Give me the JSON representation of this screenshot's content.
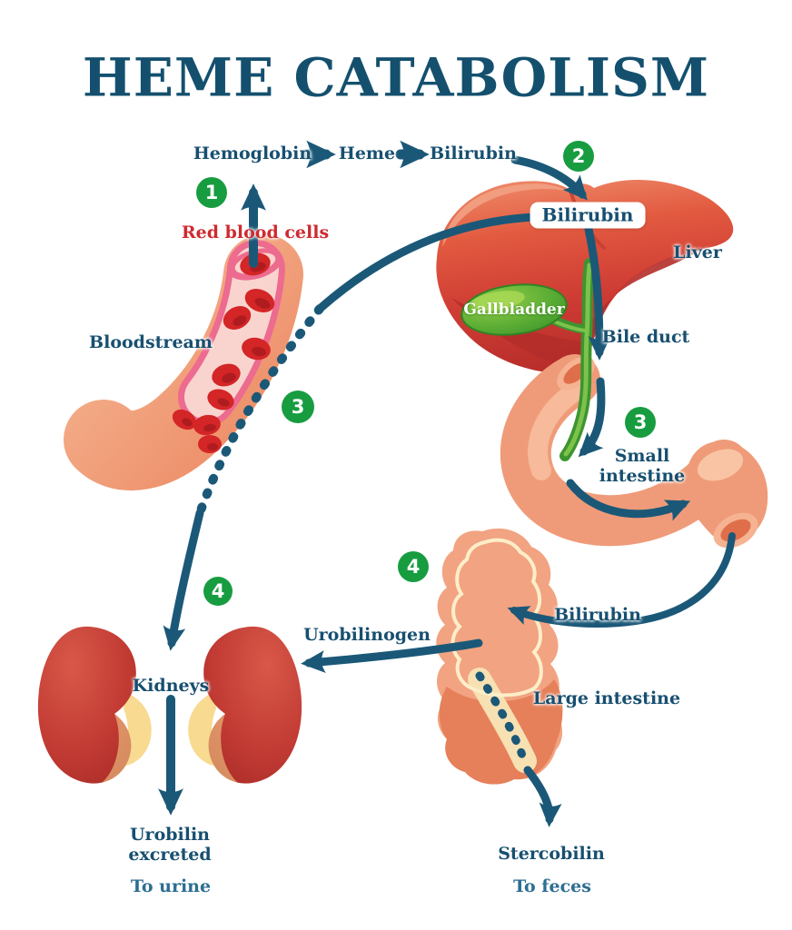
{
  "title": "HEME CATABOLISM",
  "flow": {
    "hemoglobin": "Hemoglobin",
    "heme": "Heme",
    "bilirubin": "Bilirubin"
  },
  "steps": {
    "one": "1",
    "two": "2",
    "three_blood": "3",
    "three_intestine": "3",
    "four_kidney": "4",
    "four_intestine": "4"
  },
  "labels": {
    "red_blood_cells": "Red blood cells",
    "bilirubin_box": "Bilirubin",
    "liver": "Liver",
    "gallbladder": "Gallbladder",
    "bile_duct": "Bile duct",
    "bloodstream": "Bloodstream",
    "small_intestine_line1": "Small",
    "small_intestine_line2": "intestine",
    "bilirubin_to_large_intestine": "Bilirubin",
    "urobilinogen": "Urobilinogen",
    "large_intestine": "Large intestine",
    "kidneys": "Kidneys",
    "urobilin_line1": "Urobilin",
    "urobilin_line2": "excreted",
    "to_urine": "To urine",
    "stercobilin": "Stercobilin",
    "to_feces": "To feces"
  },
  "colors": {
    "ink_blue": "#174f70",
    "arrow_blue": "#1b5878",
    "step_green": "#189c40",
    "label_red": "#ce2a30",
    "liver_red": "#cf3d34",
    "intestine_salmon": "#f09a79",
    "kidney_red": "#b93530",
    "gallbladder_green": "#3f9a2b"
  }
}
